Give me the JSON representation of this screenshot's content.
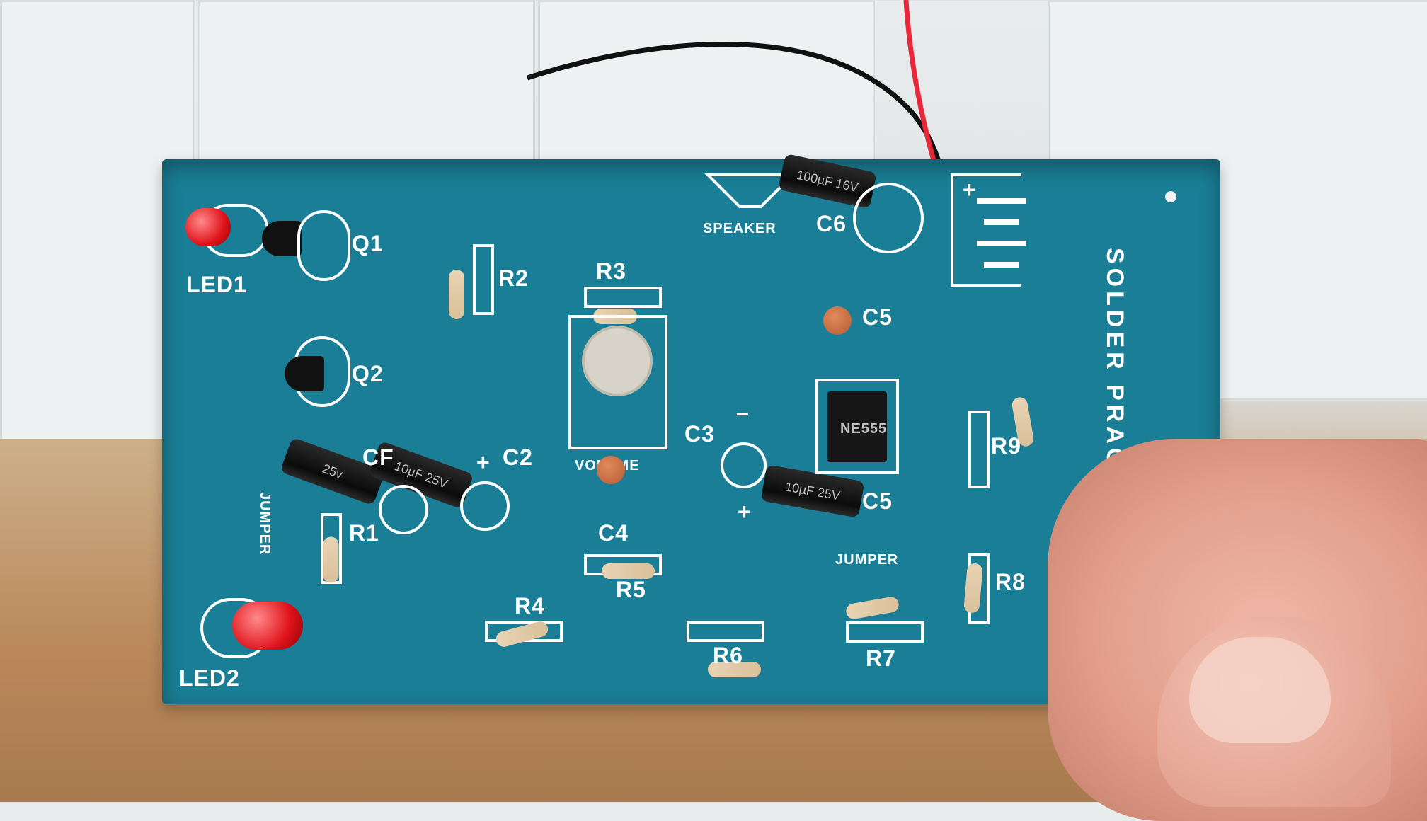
{
  "board": {
    "title": "SOLDER PRACTICE SP-1",
    "labels": {
      "led1": "LED1",
      "led2": "LED2",
      "q1": "Q1",
      "q2": "Q2",
      "r1": "R1",
      "r2": "R2",
      "r3": "R3",
      "r4": "R4",
      "r5": "R5",
      "r6": "R6",
      "r7": "R7",
      "r8": "R8",
      "r9": "R9",
      "c2": "C2",
      "c3": "C3",
      "c4": "C4",
      "c5": "C5",
      "c6_partial": "C6",
      "speaker": "SPEAKER",
      "volume": "VOLUME",
      "jumper_left": "JUMPER",
      "jumper_right": "JUMPER",
      "plus_c2": "+",
      "plus_c3": "+",
      "minus_c3": "–",
      "ic_label": "C5",
      "c1_partial": "CF"
    },
    "capacitor_markings": {
      "cap_a": "25v",
      "cap_b": "10µF 25V",
      "cap_c": "10µF 25V",
      "cap_d": "100µF 16V",
      "chip": "NE555"
    }
  },
  "colors": {
    "board": "#1a7f96",
    "silkscreen": "#ffffff",
    "led": "#e0121b",
    "wire_red": "#e6283a",
    "wire_black": "#111111"
  }
}
